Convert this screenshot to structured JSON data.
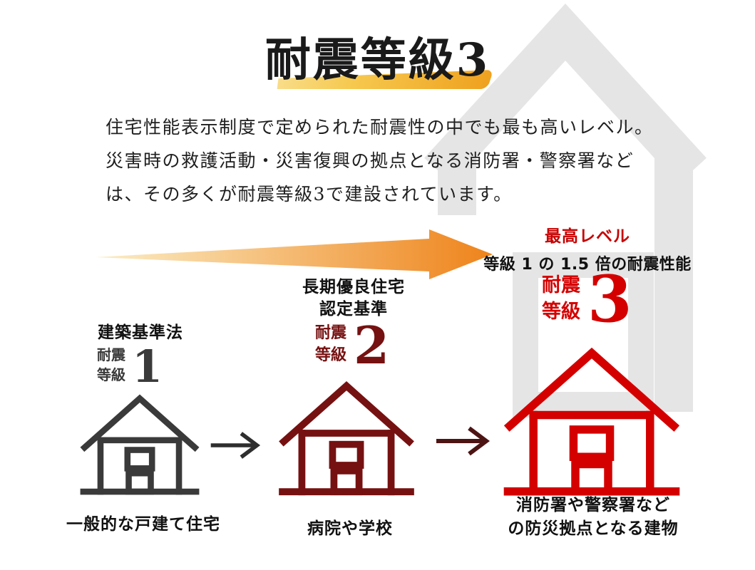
{
  "title": "耐震等級3",
  "description": {
    "lines": [
      "住宅性能表示制度で定められた耐震性の中でも最も高いレベル。",
      "災害時の救護活動・災害復興の拠点となる消防署・警察署など",
      "は、その多くが耐震等級3で建設されています。"
    ]
  },
  "highlight": {
    "label": "最高レベル",
    "sublabel": "等級 1 の 1.5 倍の耐震性能"
  },
  "grades": [
    {
      "header_line1": "建築基準法",
      "header_line2": "",
      "label_line1": "耐震",
      "label_line2": "等級",
      "number": "1",
      "caption_line1": "一般的な戸建て住宅",
      "caption_line2": "",
      "color": "#3a3a3a"
    },
    {
      "header_line1": "長期優良住宅",
      "header_line2": "認定基準",
      "label_line1": "耐震",
      "label_line2": "等級",
      "number": "2",
      "caption_line1": "病院や学校",
      "caption_line2": "",
      "color": "#761111"
    },
    {
      "header_line1": "",
      "header_line2": "",
      "label_line1": "耐震",
      "label_line2": "等級",
      "number": "3",
      "caption_line1": "消防署や警察署など",
      "caption_line2": "の防災拠点となる建物",
      "color": "#d40000"
    }
  ],
  "arrows": {
    "between_1_2_color": "#2e2e2e",
    "between_2_3_color": "#4d1414"
  },
  "colors": {
    "accent_red": "#c70000",
    "text_black": "#1a1a1a",
    "logo_gray": "#e5e5e5",
    "arrow_gradient_start": "#fbeec6",
    "arrow_gradient_end": "#ee831a",
    "title_underline_start": "#f9dd8a",
    "title_underline_end": "#efa11f"
  }
}
